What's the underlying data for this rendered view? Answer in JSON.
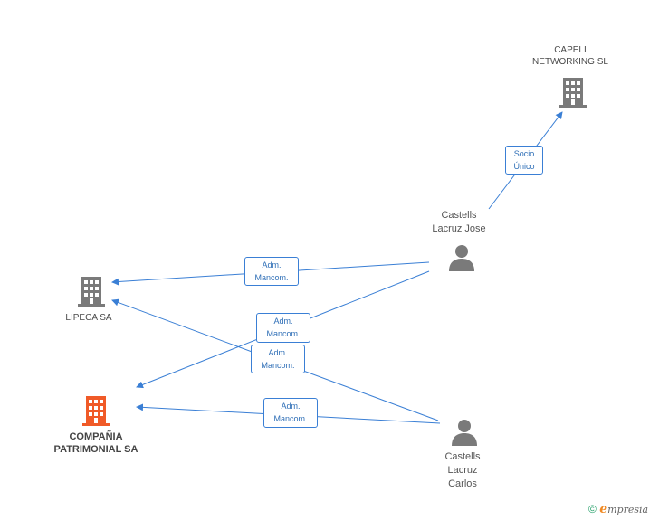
{
  "nodes": {
    "capeli": {
      "name": "CAPELI\nNETWORKING SL",
      "type": "company"
    },
    "lipeca": {
      "name": "LIPECA SA",
      "type": "company"
    },
    "compania": {
      "name": "COMPAÑIA\nPATRIMONIAL SA",
      "type": "company",
      "highlight": true
    },
    "jose": {
      "name": "Castells\nLacruz Jose",
      "type": "person"
    },
    "carlos": {
      "name": "Castells\nLacruz\nCarlos",
      "type": "person"
    }
  },
  "edges": [
    {
      "from": "jose",
      "to": "capeli",
      "label": "Socio\nÚnico"
    },
    {
      "from": "jose",
      "to": "lipeca",
      "label": "Adm.\nMancom."
    },
    {
      "from": "jose",
      "to": "compania",
      "label": "Adm.\nMancom."
    },
    {
      "from": "carlos",
      "to": "lipeca",
      "label": "Adm.\nMancom."
    },
    {
      "from": "carlos",
      "to": "compania",
      "label": "Adm.\nMancom."
    }
  ],
  "footer": {
    "copyright": "©",
    "brand_e": "e",
    "brand_rest": "mpresia"
  },
  "colors": {
    "edge": "#3a7fd5",
    "company_icon": "#7a7a7a",
    "highlight_icon": "#f05a28",
    "person_icon": "#7a7a7a"
  }
}
